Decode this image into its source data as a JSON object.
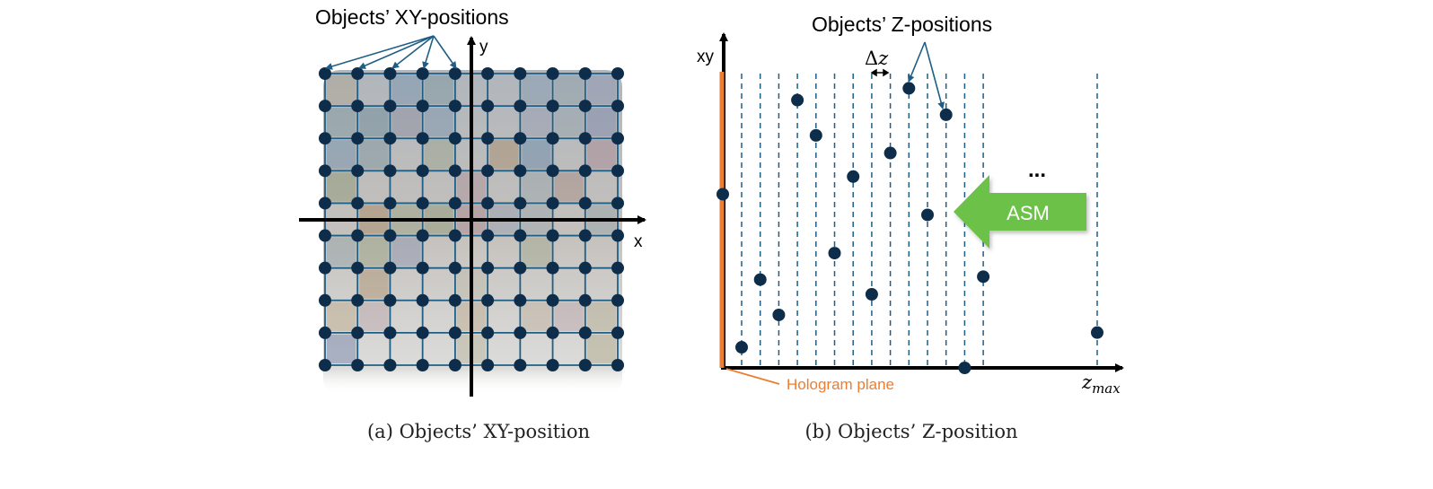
{
  "panel_a": {
    "title": "Objects’ XY-positions",
    "x_axis_label": "x",
    "y_axis_label": "y",
    "caption": "(a) Objects’ XY-position",
    "grid_columns": 10,
    "grid_rows": 10,
    "dot_color": "#0d2d4b",
    "grid_line_color": "#1f5f86"
  },
  "panel_b": {
    "title": "Objects’ Z-positions",
    "y_axis_label": "xy",
    "x_axis_label": "z",
    "x_axis_label_sub": "max",
    "delta_label": "Δ",
    "delta_var": "z",
    "ellipsis": "...",
    "hologram_label": "Hologram plane",
    "arrow_label": "ASM",
    "caption": "(b) Objects’ Z-position",
    "hologram_color": "#ed7d31",
    "arrow_color": "#6cc24a",
    "dot_color": "#0d2d4b",
    "plane_line_color": "#1f5f86"
  }
}
